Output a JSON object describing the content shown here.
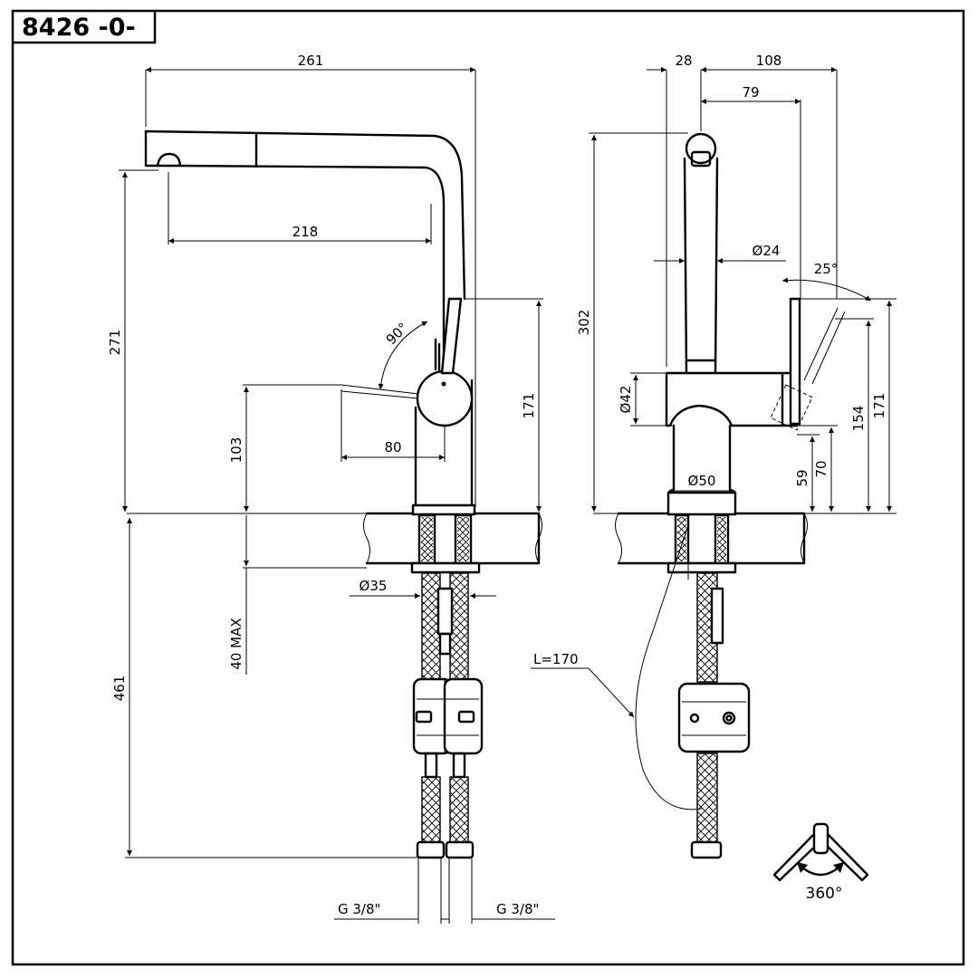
{
  "title": "8426 -0-",
  "side_view": {
    "dims": {
      "overall_width": "261",
      "spout_reach": "218",
      "spout_height": "271",
      "handle_height": "171",
      "handle_offset": "80",
      "body_height": "103",
      "handle_angle": "90°",
      "hole_diameter": "Ø35",
      "deck_thickness": "40 MAX",
      "hose_length": "461",
      "thread_left": "G 3/8\"",
      "thread_right": "G 3/8\""
    }
  },
  "front_view": {
    "dims": {
      "offset_28": "28",
      "depth_108": "108",
      "depth_79": "79",
      "overall_height": "302",
      "spout_diameter": "Ø24",
      "lever_angle": "25°",
      "body_diameter": "Ø42",
      "base_diameter": "Ø50",
      "height_59": "59",
      "height_70": "70",
      "height_154": "154",
      "height_171": "171",
      "pullout_hose": "L=170"
    }
  },
  "rotation_symbol": {
    "label": "360°"
  }
}
